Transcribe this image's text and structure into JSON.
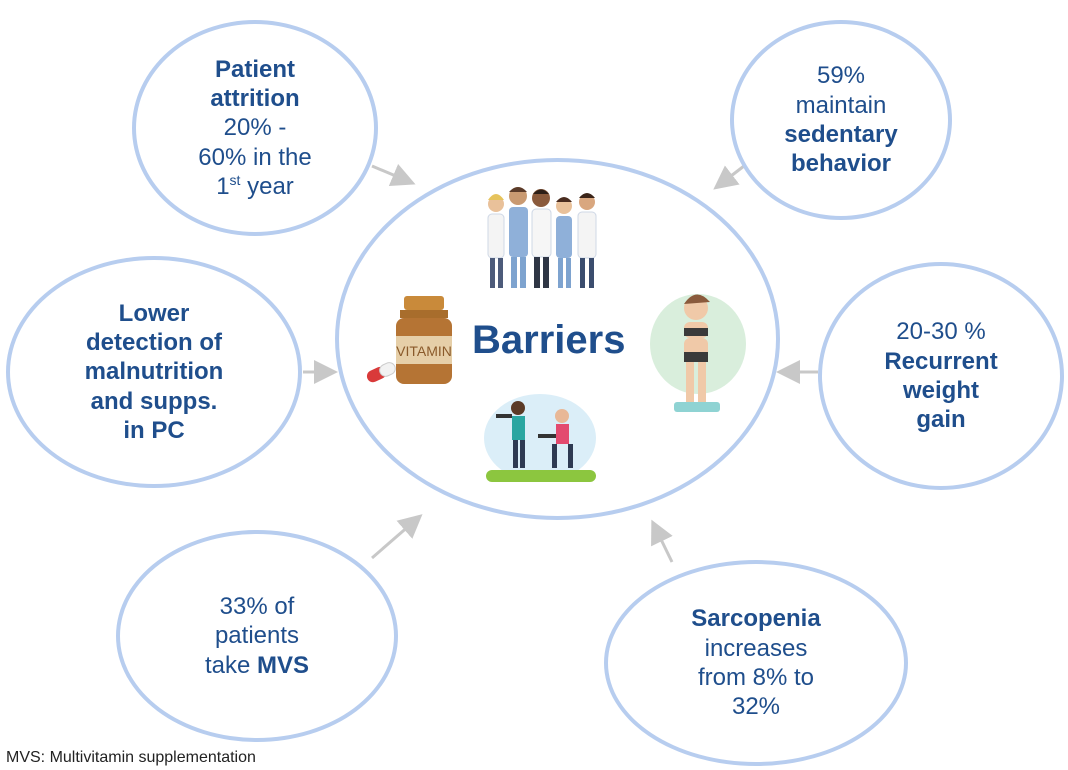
{
  "center": {
    "title": "Barriers",
    "vitamin_label": "VITAMIN"
  },
  "circles": {
    "attrition": {
      "bold": [
        "Patient",
        "attrition"
      ],
      "normal": [
        "20% -",
        "60% in the"
      ],
      "year_num": "1",
      "year_sup": "st",
      "year_rest": " year"
    },
    "sedentary": {
      "normal": [
        "59%",
        "maintain"
      ],
      "bold": [
        "sedentary",
        "behavior"
      ]
    },
    "detection": {
      "bold": [
        "Lower",
        "detection of",
        "malnutrition",
        "and supps.",
        "in PC"
      ]
    },
    "weight": {
      "normal": [
        "20-30 %"
      ],
      "bold": [
        "Recurrent",
        "weight",
        "gain"
      ]
    },
    "mvs": {
      "normal": [
        "33% of",
        "patients"
      ],
      "take": "take ",
      "mvs_bold": "MVS"
    },
    "sarcopenia": {
      "bold": [
        "Sarcopenia"
      ],
      "normal": [
        "increases",
        "from 8% to",
        "32%"
      ]
    }
  },
  "footnote": "MVS: Multivitamin supplementation",
  "colors": {
    "text": "#1f4e8c",
    "circle_border": "#b7cdef",
    "arrow": "#c8c8c8"
  },
  "icons": [
    "doctors-group-illustration",
    "vitamin-bottle-icon",
    "capsule-icon",
    "woman-on-scale-illustration",
    "exercising-people-illustration"
  ]
}
